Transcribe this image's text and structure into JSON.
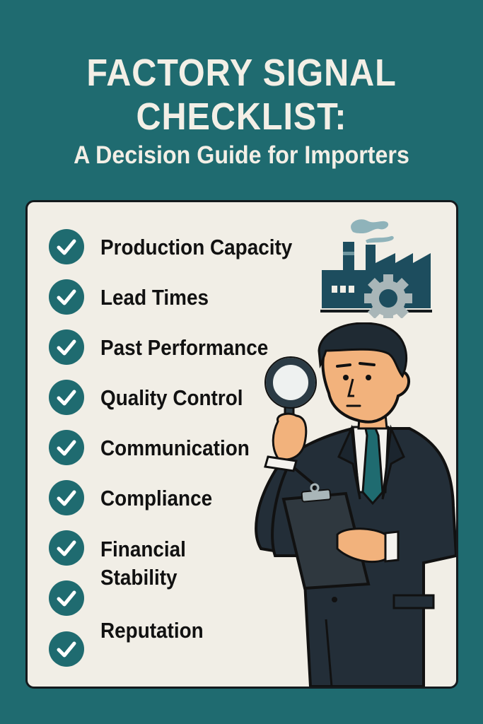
{
  "header": {
    "title_line1": "FACTORY SIGNAL",
    "title_line2": "CHECKLIST:",
    "subtitle": "A Decision Guide for Importers"
  },
  "checklist": {
    "items": [
      {
        "label": "Production Capacity",
        "icon": "check-circle-icon"
      },
      {
        "label": "Lead Times",
        "icon": "check-circle-icon"
      },
      {
        "label": "Past Performance",
        "icon": "check-circle-icon"
      },
      {
        "label": "Quality Control",
        "icon": "check-circle-icon"
      },
      {
        "label": "Communication",
        "icon": "check-circle-icon"
      },
      {
        "label": "Compliance",
        "icon": "check-circle-icon"
      },
      {
        "label_line1": "Financial",
        "label_line2": "Stability",
        "icon": "check-circle-icon"
      },
      {
        "label": "Reputation",
        "icon": "check-circle-icon"
      }
    ],
    "extra_check_count": 1
  },
  "illustrations": {
    "factory": "factory-with-gear-icon",
    "person": "businessman-with-magnifier-and-clipboard"
  },
  "colors": {
    "background": "#1f6b70",
    "card": "#f1eee6",
    "check": "#1f6b70",
    "text_dark": "#111111",
    "title_text": "#f3efe6",
    "factory": "#1d4d5e",
    "gear": "#a9b6b8",
    "suit": "#232e38",
    "skin": "#f2b27c",
    "tie": "#1f6b70"
  }
}
